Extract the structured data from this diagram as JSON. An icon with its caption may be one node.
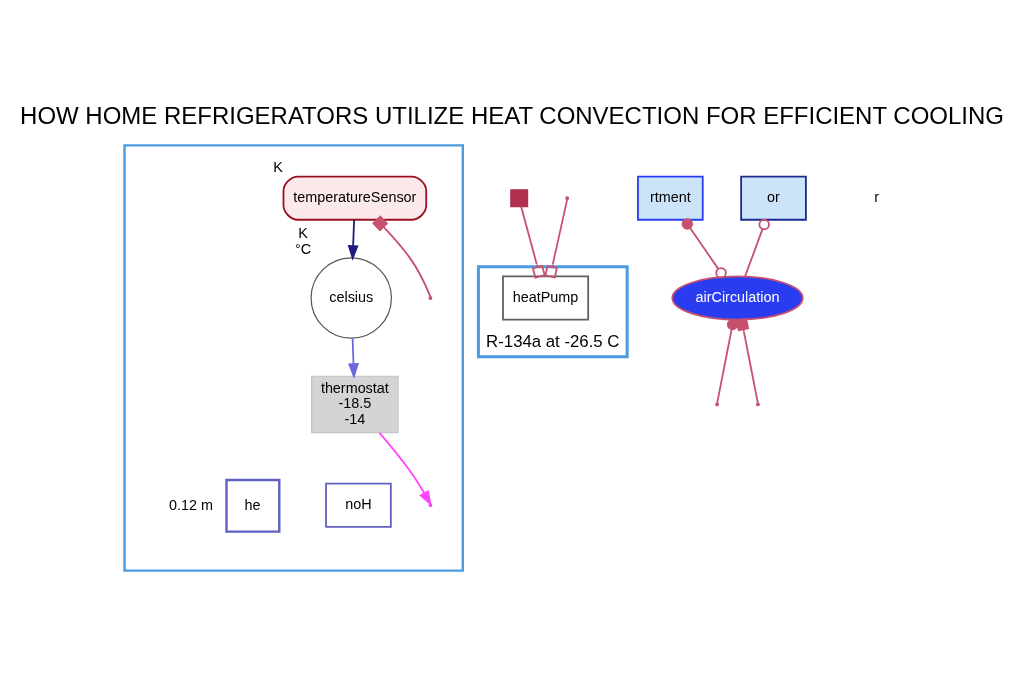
{
  "diagram": {
    "title": "HOW HOME REFRIGERATORS UTILIZE HEAT CONVECTION FOR EFFICIENT COOLING",
    "nodes": [
      {
        "text": [],
        "shape": "box"
      },
      {
        "text": [
          "temperatureSensor"
        ],
        "beside": [
          "K"
        ],
        "in": 0
      },
      {
        "text": [
          "celsius"
        ],
        "beside": [
          "K",
          "°C"
        ],
        "in": 0
      },
      {
        "text": [
          "thermostat",
          "-18.5",
          "-14"
        ],
        "in": 0
      },
      {
        "text": [
          "he"
        ],
        "beside": [
          "0.12 m"
        ],
        "in": 0
      },
      {
        "text": [
          "noH"
        ],
        "in": 0
      },
      {
        "text": [
          "R-134a at -26.5 C"
        ]
      },
      {
        "text": [
          "heatPump"
        ],
        "in": 6
      },
      {
        "text": [
          "rtment"
        ]
      },
      {
        "text": [
          "or"
        ]
      },
      {
        "text": [
          "airCirculation"
        ]
      },
      {
        "text": [],
        "shape": "box"
      }
    ],
    "edges": [
      {
        "from": 1,
        "to": 2,
        "arrow": "to",
        "color": "#1c1c80"
      },
      {
        "from": 2,
        "to": 3,
        "arrow": "to",
        "color": "#6a6ae0"
      },
      {
        "from": 3,
        "to": null,
        "arrow": "to",
        "color": "#ff44ff"
      },
      {
        "from": 1,
        "to": null,
        "arrow": "other"
      },
      {
        "from": null,
        "to": 7,
        "arrow": "other"
      },
      {
        "from": 11,
        "to": 7,
        "arrow": "other"
      },
      {
        "from": 8,
        "to": 10,
        "arrow": "other"
      },
      {
        "from": 9,
        "to": 10,
        "arrow": "other"
      },
      {
        "from": 10,
        "to": null,
        "arrow": "other"
      },
      {
        "from": 10,
        "to": null,
        "arrow": "other"
      }
    ],
    "labels": [
      "r"
    ]
  }
}
